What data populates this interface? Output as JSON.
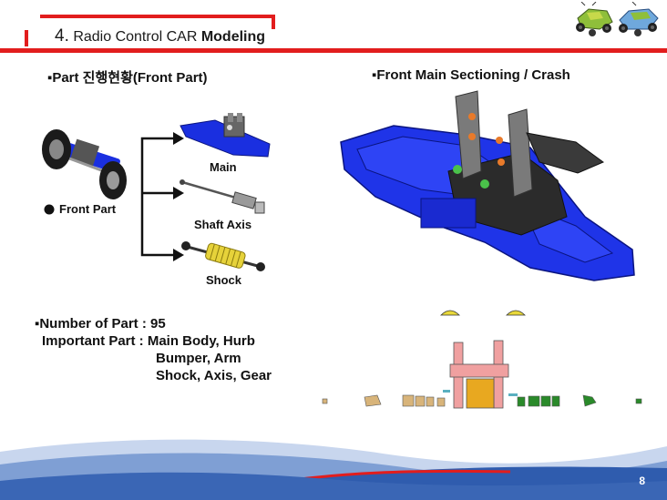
{
  "header": {
    "number": "4.",
    "title_regular": "Radio Control CAR ",
    "title_bold": "Modeling"
  },
  "left": {
    "heading": "▪Part 진행현황(Front Part)",
    "front_part_label": "Front Part",
    "part_labels": [
      "Main",
      "Shaft Axis",
      "Shock"
    ]
  },
  "right": {
    "heading": "▪Front Main  Sectioning / Crash"
  },
  "info": {
    "line1": "▪Number of Part : 95",
    "line2": "Important Part : Main Body, Hurb",
    "line3": "Bumper, Arm",
    "line4": "Shock, Axis, Gear"
  },
  "footer": {
    "page_number": "8"
  },
  "colors": {
    "accent_red": "#e21d1d",
    "part_blue": "#1a2fe0",
    "footer_blue": "#3a66b5"
  }
}
